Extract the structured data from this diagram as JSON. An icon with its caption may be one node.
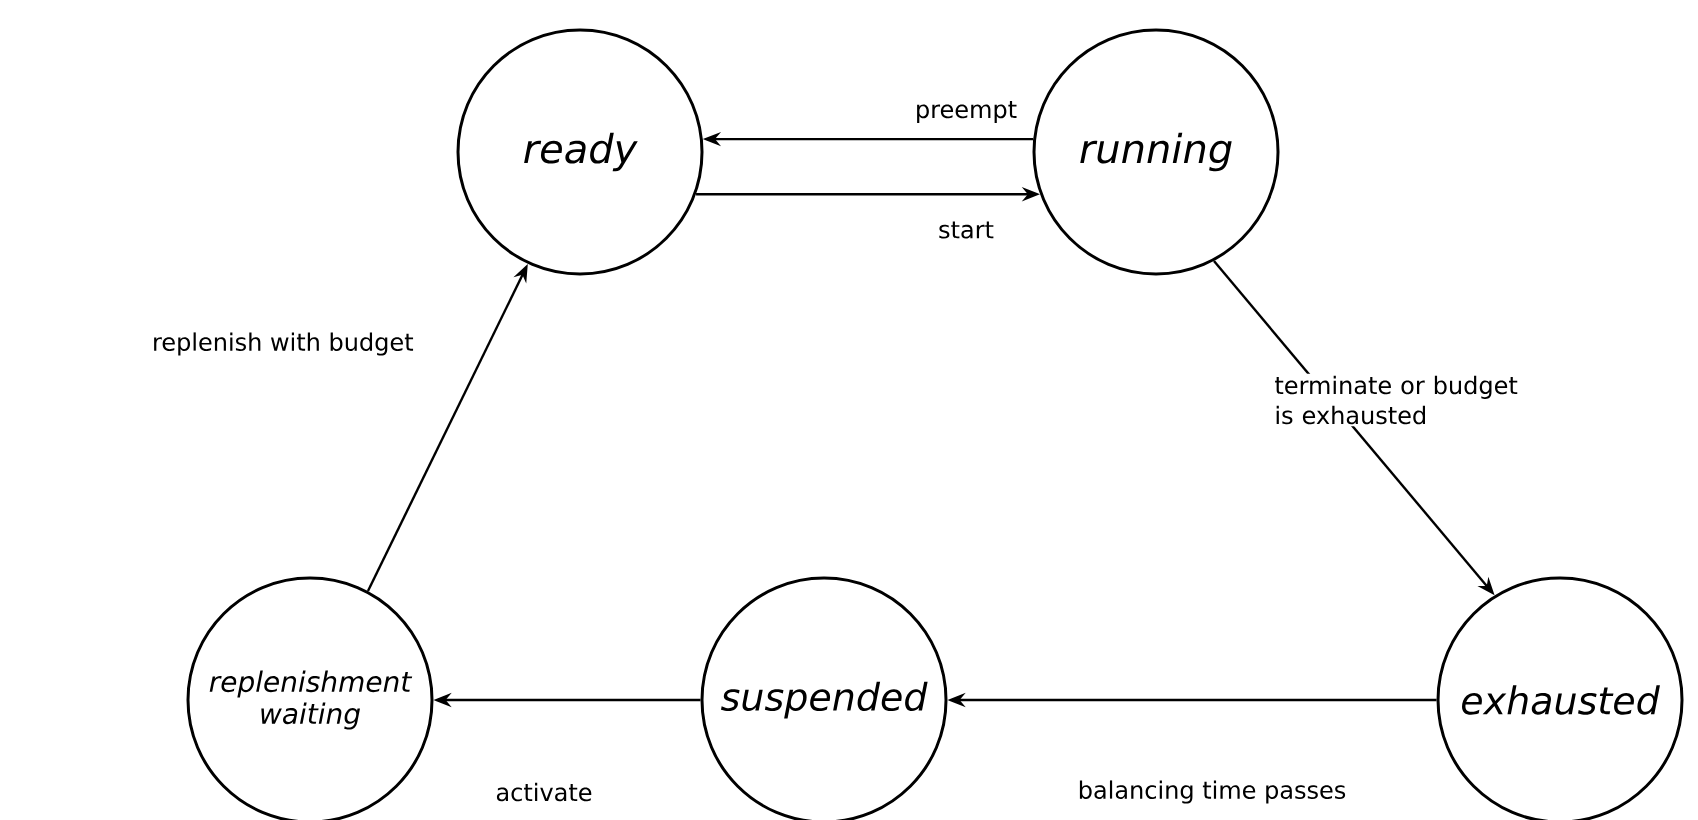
{
  "diagram": {
    "nodes": [
      {
        "text": [
          "ready"
        ]
      },
      {
        "text": [
          "running"
        ]
      },
      {
        "text": [
          "exhausted"
        ]
      },
      {
        "text": [
          "suspended"
        ]
      },
      {
        "text": [
          "replenishment waiting"
        ]
      }
    ],
    "edges": [
      {
        "from": 1,
        "to": 0,
        "arrow": "to",
        "label": "preempt"
      },
      {
        "from": 0,
        "to": 1,
        "arrow": "to",
        "label": "start"
      },
      {
        "from": 1,
        "to": 2,
        "arrow": "to",
        "label": "terminate or budget is exhausted"
      },
      {
        "from": 2,
        "to": 3,
        "arrow": "to",
        "label": "balancing time passes"
      },
      {
        "from": 3,
        "to": 4,
        "arrow": "to",
        "label": "activate"
      },
      {
        "from": 4,
        "to": 0,
        "arrow": "to",
        "label": "replenish with budget"
      }
    ]
  }
}
